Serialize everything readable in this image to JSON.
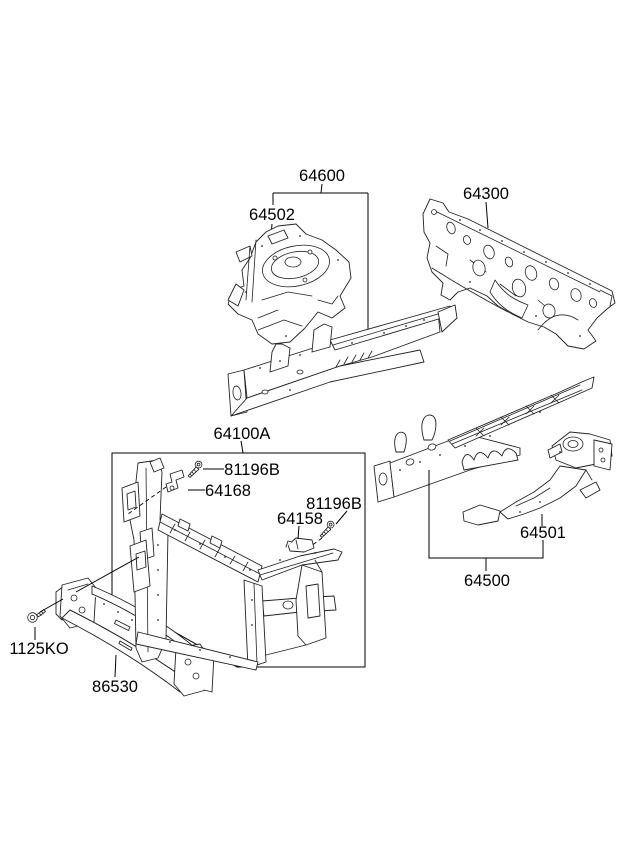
{
  "diagram": {
    "background": "#ffffff",
    "line_color": "#222222",
    "text_color": "#000000",
    "labels": {
      "assy_64600": "64600",
      "part_64502": "64502",
      "part_64300": "64300",
      "assy_64100A": "64100A",
      "screw_81196B_upper": "81196B",
      "part_64168": "64168",
      "screw_81196B_lower": "81196B",
      "part_64158": "64158",
      "part_64501": "64501",
      "assy_64500": "64500",
      "bolt_1125KO": "1125KO",
      "part_86530": "86530"
    }
  }
}
